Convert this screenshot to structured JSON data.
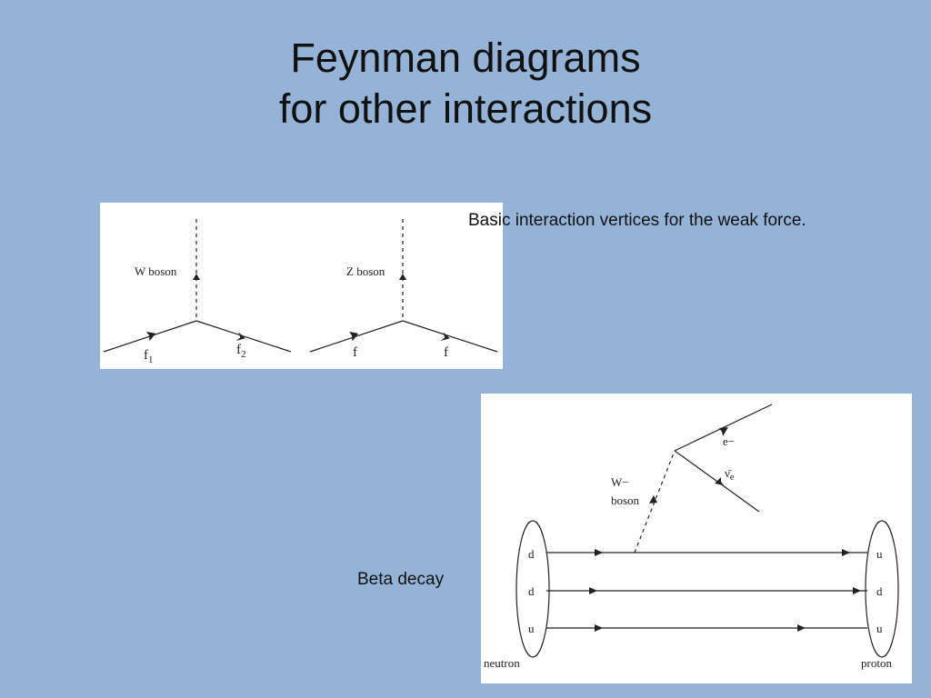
{
  "slide": {
    "title_line1": "Feynman diagrams",
    "title_line2": "for other interactions"
  },
  "weak_vertices": {
    "caption": "Basic interaction vertices for the weak force.",
    "w_label": "W boson",
    "z_label": "Z boson",
    "f1_main": "f",
    "f1_sub": "1",
    "f2_main": "f",
    "f2_sub": "2",
    "f_left": "f",
    "f_right": "f"
  },
  "beta_decay": {
    "caption": "Beta decay",
    "w_line1": "W−",
    "w_line2": "boson",
    "electron": "e−",
    "antineutrino": "ν̄",
    "antineutrino_sub": "e",
    "neutron_quarks": [
      "d",
      "d",
      "u"
    ],
    "proton_quarks": [
      "u",
      "d",
      "u"
    ],
    "neutron_label": "neutron",
    "proton_label": "proton"
  },
  "colors": {
    "background": "#95b3d7",
    "panel": "#ffffff",
    "ink": "#222222"
  }
}
